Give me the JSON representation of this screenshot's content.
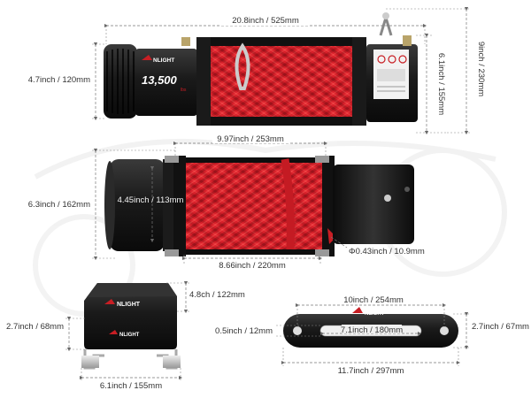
{
  "brand": "NLIGHT",
  "rating": "13,500",
  "rating_unit": "lbs",
  "colors": {
    "rope_red": "#d8202a",
    "rope_dark": "#8e0f16",
    "body_black": "#151515",
    "body_mid": "#2b2b2b",
    "accent_red": "#c81e24"
  },
  "dimensions": {
    "top_total_length": "20.8inch / 525mm",
    "top_motor_height": "4.7inch / 120mm",
    "top_body_height": "6.1inch / 155mm",
    "total_height": "9inch / 230mm",
    "drum_length": "9.97inch / 253mm",
    "front_height": "6.3inch / 162mm",
    "drum_diameter": "4.45inch / 113mm",
    "rope_diameter": "Φ0.43inch / 10.9mm",
    "mount_length": "8.66inch / 220mm",
    "controller_height": "4.8ch / 122mm",
    "controller_side": "2.7inch / 68mm",
    "controller_width": "6.1inch / 155mm",
    "fairlead_hole_spacing": "10inch / 254mm",
    "fairlead_slot_height": "0.5inch / 12mm",
    "fairlead_slot_width": "7.1inch / 180mm",
    "fairlead_height": "2.7inch / 67mm",
    "fairlead_total_width": "11.7inch / 297mm"
  }
}
